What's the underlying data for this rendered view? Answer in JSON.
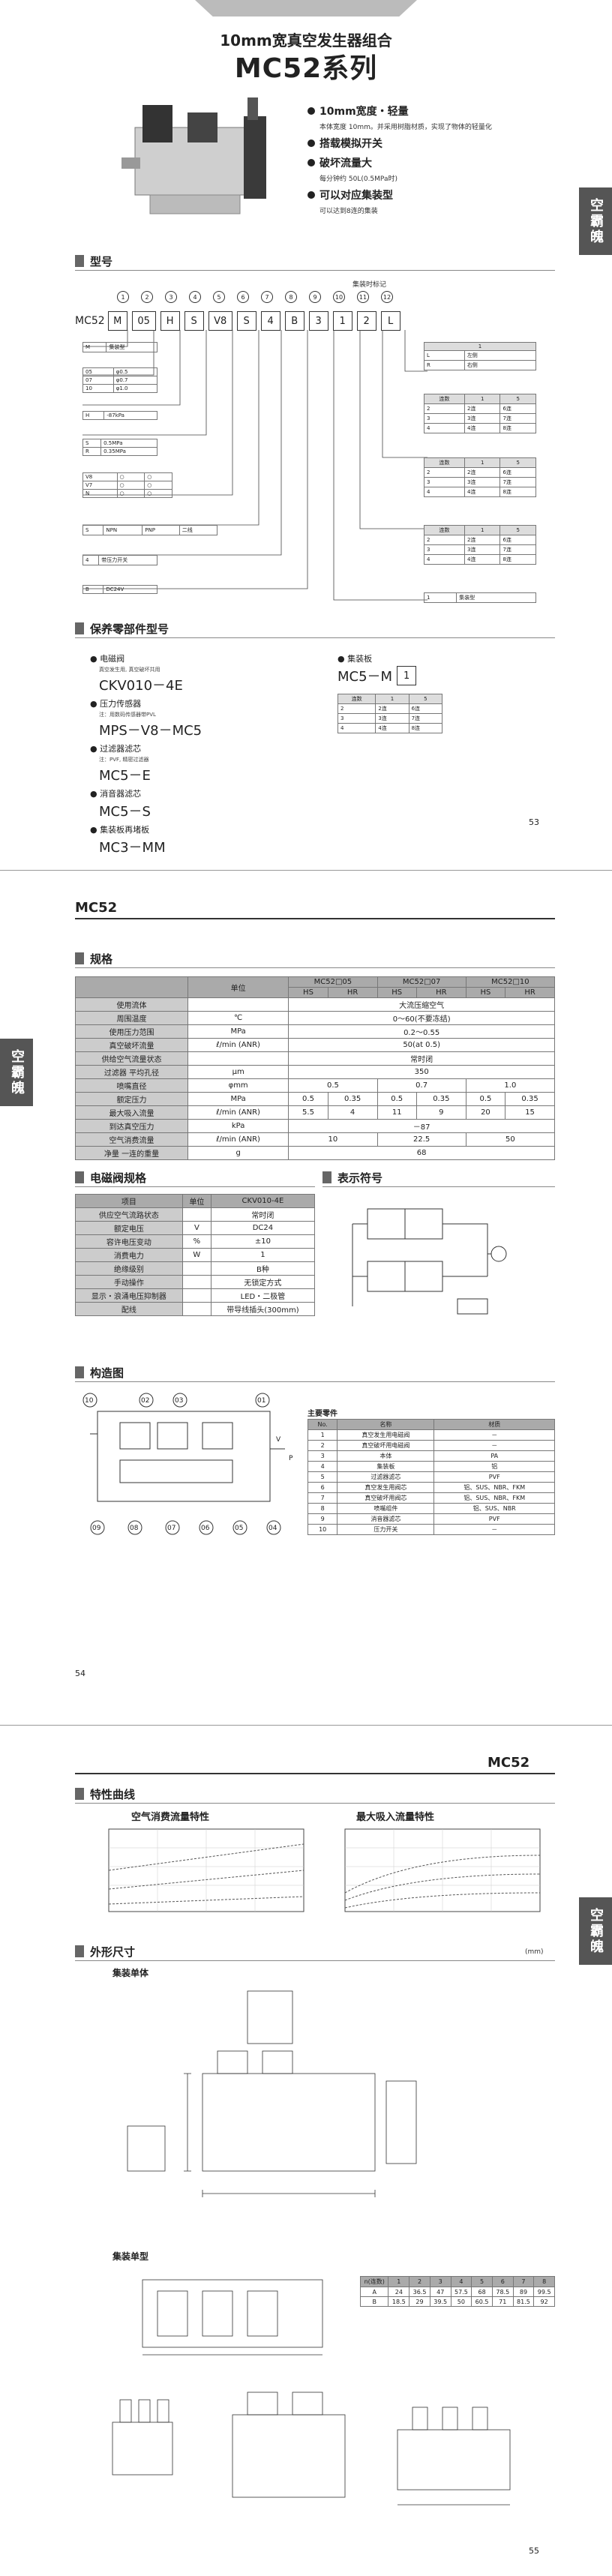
{
  "page1": {
    "subtitle": "10mm宽真空发生器组合",
    "title": "MC52系列",
    "side_tab": "空霸魄",
    "features": [
      {
        "label": "10mm宽度・轻量",
        "desc": "本体宽度 10mm。并采用树脂材质，实现了物体的轻量化"
      },
      {
        "label": "搭载模拟开关",
        "desc": ""
      },
      {
        "label": "破坏流量大",
        "desc": "每分钟约 50L(0.5MPa时)"
      },
      {
        "label": "可以对应集装型",
        "desc": "可以达到8连的集装"
      }
    ],
    "section_model": "型号",
    "model_base": "MC52",
    "model_boxes": [
      "M",
      "05",
      "H",
      "S",
      "V8",
      "S",
      "4",
      "B",
      "3",
      "1",
      "2",
      "L"
    ],
    "circle_nums": [
      "1",
      "2",
      "3",
      "4",
      "5",
      "6",
      "7",
      "8",
      "9",
      "10",
      "11",
      "12"
    ],
    "circle_top_label": "集装时标记",
    "section_parts": "保养零部件型号",
    "parts": [
      {
        "label": "电磁阀",
        "note": "真空发生用, 真空破坏共用",
        "code": "CKV010－4E"
      },
      {
        "label": "压力传感器",
        "note": "注：用数码传感器带PVL",
        "code": "MPS－V8－MC5"
      },
      {
        "label": "过滤器滤芯",
        "note": "注：PVF, 精密过滤器",
        "code": "MC5－E"
      },
      {
        "label": "消音器滤芯",
        "note": "",
        "code": "MC5－S"
      },
      {
        "label": "集装板再堵板",
        "note": "",
        "code": "MC3－MM"
      }
    ],
    "manifold_label": "集装板",
    "manifold_code": "MC5－M",
    "manifold_box": "1",
    "page_number": "53"
  },
  "page2": {
    "header": "MC52",
    "side_tab": "空霸魄",
    "section_spec": "规格",
    "spec_headers": [
      "单位",
      "MC52□05",
      "MC52□07",
      "MC52□10"
    ],
    "spec_sub": [
      "HS",
      "HR",
      "HS",
      "HR",
      "HS",
      "HR"
    ],
    "spec_rows": [
      [
        "使用流体",
        "",
        "大流压缩空气"
      ],
      [
        "周围温度",
        "℃",
        "0～60(不要冻结)"
      ],
      [
        "使用压力范围",
        "MPa",
        "0.2～0.55"
      ],
      [
        "真空破坏流量",
        "ℓ/min (ANR)",
        "50(at 0.5)"
      ],
      [
        "供给空气流量状态",
        "",
        "常时闭"
      ],
      [
        "过滤器 平均孔径",
        "μm",
        "350"
      ],
      [
        "喷嘴直径",
        "φmm",
        "0.5",
        "0.7",
        "1.0"
      ],
      [
        "额定压力",
        "MPa",
        "0.5",
        "0.35",
        "0.5",
        "0.35",
        "0.5",
        "0.35"
      ],
      [
        "最大吸入流量",
        "ℓ/min (ANR)",
        "5.5",
        "4",
        "11",
        "9",
        "20",
        "15"
      ],
      [
        "到达真空压力",
        "kPa",
        "－87"
      ],
      [
        "空气消费流量",
        "ℓ/min (ANR)",
        "10",
        "22.5",
        "50"
      ],
      [
        "净量",
        "一连的重量",
        "g",
        "68"
      ]
    ],
    "section_valve": "电磁阀规格",
    "valve_header": [
      "项目",
      "单位",
      "CKV010-4E"
    ],
    "valve_rows": [
      [
        "供应空气流路状态",
        "",
        "常时闭"
      ],
      [
        "额定电压",
        "V",
        "DC24"
      ],
      [
        "容许电压变动",
        "%",
        "±10"
      ],
      [
        "消费电力",
        "W",
        "1"
      ],
      [
        "绝缘级别",
        "",
        "B种"
      ],
      [
        "手动操作",
        "",
        "无锁定方式"
      ],
      [
        "显示・浪涌电压抑制器",
        "",
        "LED・二极管"
      ],
      [
        "配线",
        "",
        "带导线插头(300mm)"
      ]
    ],
    "section_symbol": "表示符号",
    "section_struct": "构造图",
    "parts_title": "主要零件",
    "parts_header": [
      "No.",
      "名称",
      "材质"
    ],
    "parts_rows": [
      [
        "1",
        "真空发生用电磁阀",
        "－"
      ],
      [
        "2",
        "真空破坏用电磁阀",
        "－"
      ],
      [
        "3",
        "本体",
        "PA"
      ],
      [
        "4",
        "集装板",
        "铝"
      ],
      [
        "5",
        "过滤器滤芯",
        "PVF"
      ],
      [
        "6",
        "真空发生用阀芯",
        "铝、SUS、NBR、FKM"
      ],
      [
        "7",
        "真空破坏用阀芯",
        "铝、SUS、NBR、FKM"
      ],
      [
        "8",
        "喷嘴组件",
        "铝、SUS、NBR"
      ],
      [
        "9",
        "消音器滤芯",
        "PVF"
      ],
      [
        "10",
        "压力开关",
        "－"
      ]
    ],
    "struct_labels": [
      "10",
      "02",
      "03",
      "01",
      "09",
      "08",
      "07",
      "06",
      "05",
      "04"
    ],
    "port_labels": [
      "V",
      "P"
    ],
    "page_number": "54"
  },
  "page3": {
    "header": "MC52",
    "side_tab": "空霸魄",
    "section_char": "特性曲线",
    "chart1_title": "空气消费流量特性",
    "chart2_title": "最大吸入流量特性",
    "section_dim": "外形尺寸",
    "unit_note": "(mm)",
    "sub_single": "集装单体",
    "sub_manifold": "集装单型",
    "dim_table_header": [
      "n(连数)",
      "1",
      "2",
      "3",
      "4",
      "5",
      "6",
      "7",
      "8"
    ],
    "dim_table_rows": [
      [
        "A",
        "24",
        "36.5",
        "47",
        "57.5",
        "68",
        "78.5",
        "89",
        "99.5"
      ],
      [
        "B",
        "18.5",
        "29",
        "39.5",
        "50",
        "60.5",
        "71",
        "81.5",
        "92"
      ]
    ],
    "page_number": "55"
  }
}
